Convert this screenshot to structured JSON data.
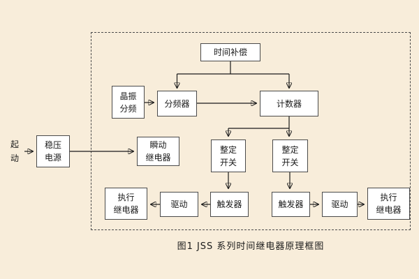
{
  "caption": "图1  JSS  系列时间继电器原理框图",
  "colors": {
    "background": "#f8edda",
    "box_fill": "#ffffff",
    "box_border": "#4a4a4a",
    "wire": "#1a1a1a"
  },
  "blocks": {
    "time_compensation": {
      "label": "时间补偿"
    },
    "crystal_divider": {
      "line1": "晶振",
      "line2": "分频"
    },
    "frequency_divider": {
      "label": "分频器"
    },
    "counter": {
      "label": "计数器"
    },
    "start": {
      "line1": "起",
      "line2": "动"
    },
    "regulated_power": {
      "line1": "稳压",
      "line2": "电源"
    },
    "instant_relay": {
      "line1": "瞬动",
      "line2": "继电器"
    },
    "setting_switch_left": {
      "line1": "整定",
      "line2": "开关"
    },
    "setting_switch_right": {
      "line1": "整定",
      "line2": "开关"
    },
    "trigger_left": {
      "label": "触发器"
    },
    "trigger_right": {
      "label": "触发器"
    },
    "drive_left": {
      "label": "驱动"
    },
    "drive_right": {
      "label": "驱动"
    },
    "exec_relay_left": {
      "line1": "执行",
      "line2": "继电器"
    },
    "exec_relay_right": {
      "line1": "执行",
      "line2": "继电器"
    }
  }
}
